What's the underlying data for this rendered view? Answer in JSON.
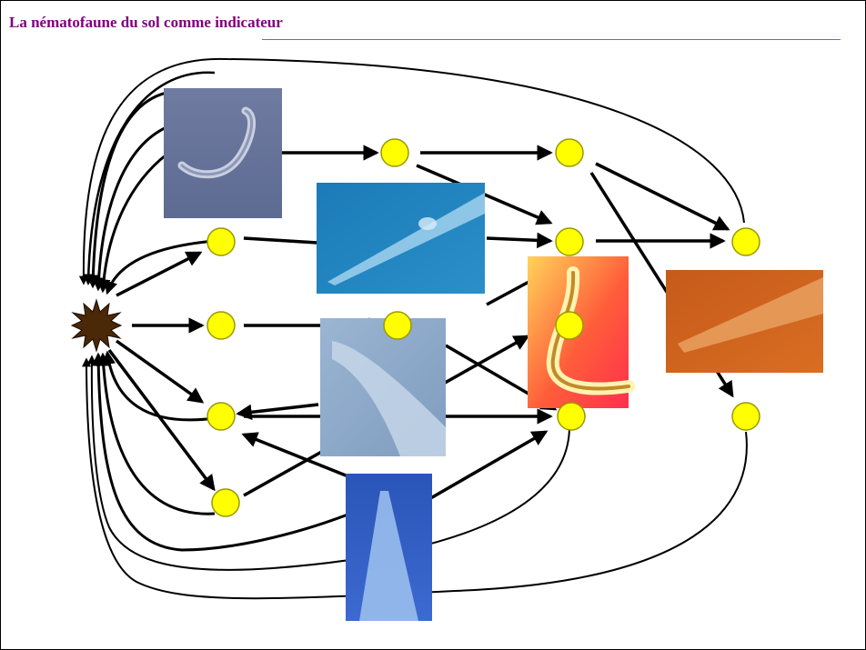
{
  "slide": {
    "title": "La nématofaune du sol comme indicateur"
  },
  "colors": {
    "title": "#800080",
    "title_rule": "#C040C0",
    "node_fill": "#FFFF00",
    "node_stroke": "#999900",
    "hub_fill": "#4A2808",
    "arrow": "#000000"
  },
  "diagram": {
    "hub": {
      "name": "decomposition-hub",
      "shape": "starburst"
    },
    "nodes": [
      {
        "name": "node-a"
      },
      {
        "name": "node-b"
      },
      {
        "name": "node-c"
      },
      {
        "name": "node-d"
      },
      {
        "name": "node-e"
      },
      {
        "name": "node-f"
      },
      {
        "name": "node-g"
      },
      {
        "name": "node-h"
      },
      {
        "name": "node-i"
      },
      {
        "name": "node-j"
      },
      {
        "name": "node-k"
      },
      {
        "name": "node-l"
      }
    ],
    "photos": [
      {
        "name": "nematode-photo-curled",
        "tone": "grey-blue micrograph"
      },
      {
        "name": "nematode-photo-blue-head",
        "tone": "blue micrograph"
      },
      {
        "name": "nematode-photo-pale-head",
        "tone": "pale blue micrograph"
      },
      {
        "name": "nematode-photo-stained",
        "tone": "red-yellow stained micrograph"
      },
      {
        "name": "nematode-photo-orange",
        "tone": "orange micrograph"
      },
      {
        "name": "nematode-photo-dark-blue",
        "tone": "dark blue micrograph"
      }
    ]
  }
}
